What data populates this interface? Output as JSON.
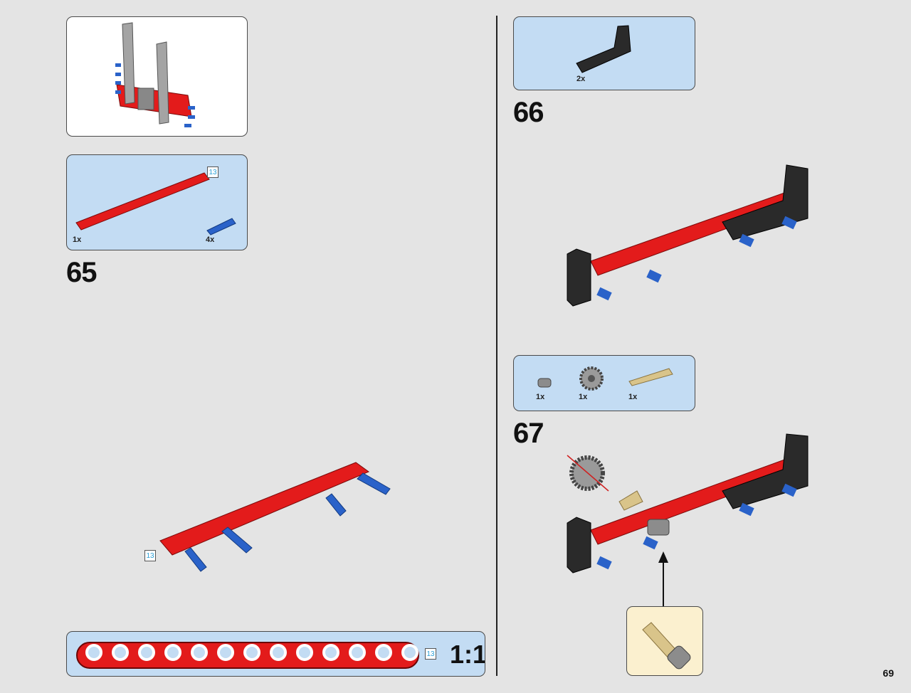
{
  "page_number": "69",
  "left": {
    "step65": {
      "number": "65",
      "parts": [
        {
          "qty": "1x",
          "length_badge": "13",
          "icon": "red-liftarm-13-part"
        },
        {
          "qty": "4x",
          "icon": "blue-axle-pin-part"
        }
      ]
    },
    "callout_badge": "13",
    "scale_ruler": {
      "badge": "13",
      "label": "1:1",
      "holes": 13
    }
  },
  "right": {
    "step66": {
      "number": "66",
      "parts": [
        {
          "qty": "2x",
          "icon": "black-l-liftarm-part"
        }
      ]
    },
    "step67": {
      "number": "67",
      "parts": [
        {
          "qty": "1x",
          "icon": "grey-bush-part"
        },
        {
          "qty": "1x",
          "icon": "grey-gear-part"
        },
        {
          "qty": "1x",
          "icon": "tan-axle-part"
        }
      ]
    }
  },
  "colors": {
    "red": "#e31b1b",
    "blue": "#2a62c9",
    "black": "#2a2a2a",
    "tan": "#d9c48a",
    "panel_blue": "#c3dcf3",
    "cream": "#fbf0cf"
  }
}
